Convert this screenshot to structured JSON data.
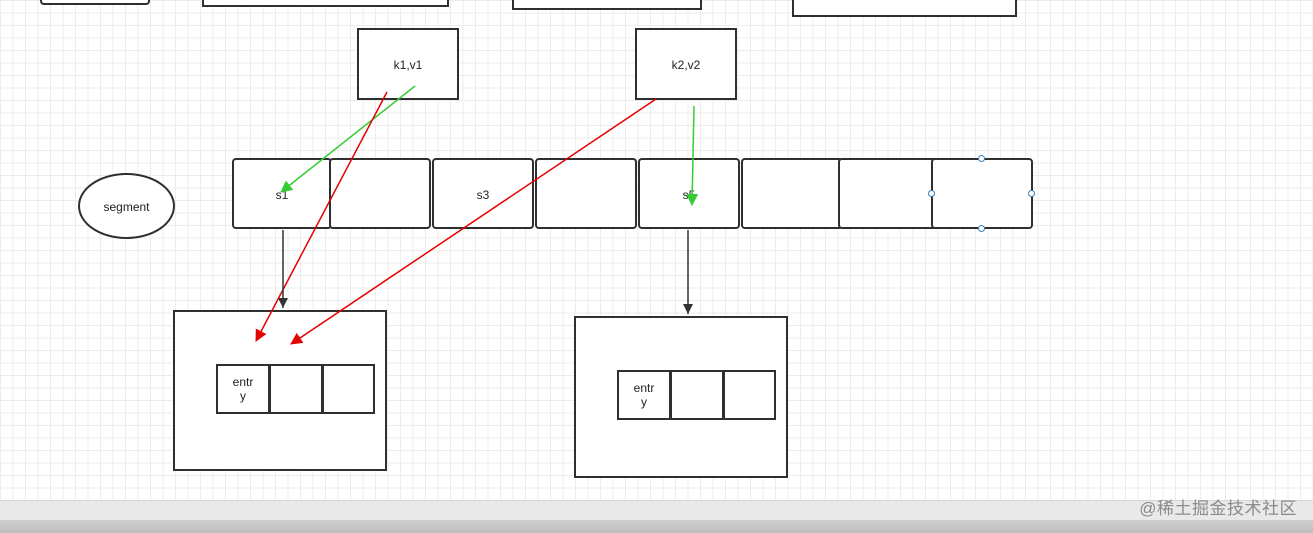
{
  "nodes": {
    "k1": "k1,v1",
    "k2": "k2,v2",
    "segment": "segment",
    "s1": "s1",
    "s3": "s3",
    "s5": "s5",
    "entry_left": "entr\ny",
    "entry_right": "entr\ny"
  },
  "colors": {
    "red_arrow": "#e60000",
    "green_arrow": "#33cc33",
    "black_arrow": "#333333",
    "handle": "#3b82c4"
  },
  "watermark": "@稀土掘金技术社区"
}
